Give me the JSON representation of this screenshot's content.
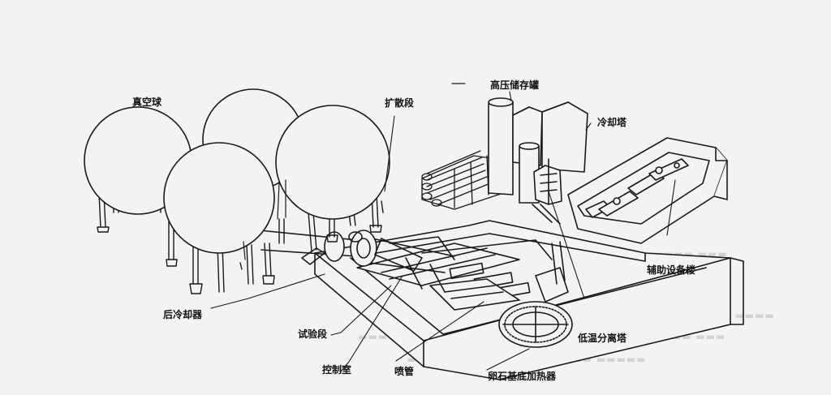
{
  "labels": {
    "vacuum_spheres": "真空球",
    "diffuser": "扩散段",
    "high_pressure_tanks": "高压储存罐",
    "cooling_tower": "冷却塔",
    "aftercooler": "后冷却器",
    "test_section": "试验段",
    "control_room": "控制室",
    "nozzle": "喷管",
    "pebble_bed_heater": "卵石基底加热器",
    "cryogenic_separator": "低温分离塔",
    "auxiliary_building": "辅助设备楼"
  },
  "colors": {
    "ink": "#1a1a1a",
    "paper": "#f3f3f1"
  }
}
